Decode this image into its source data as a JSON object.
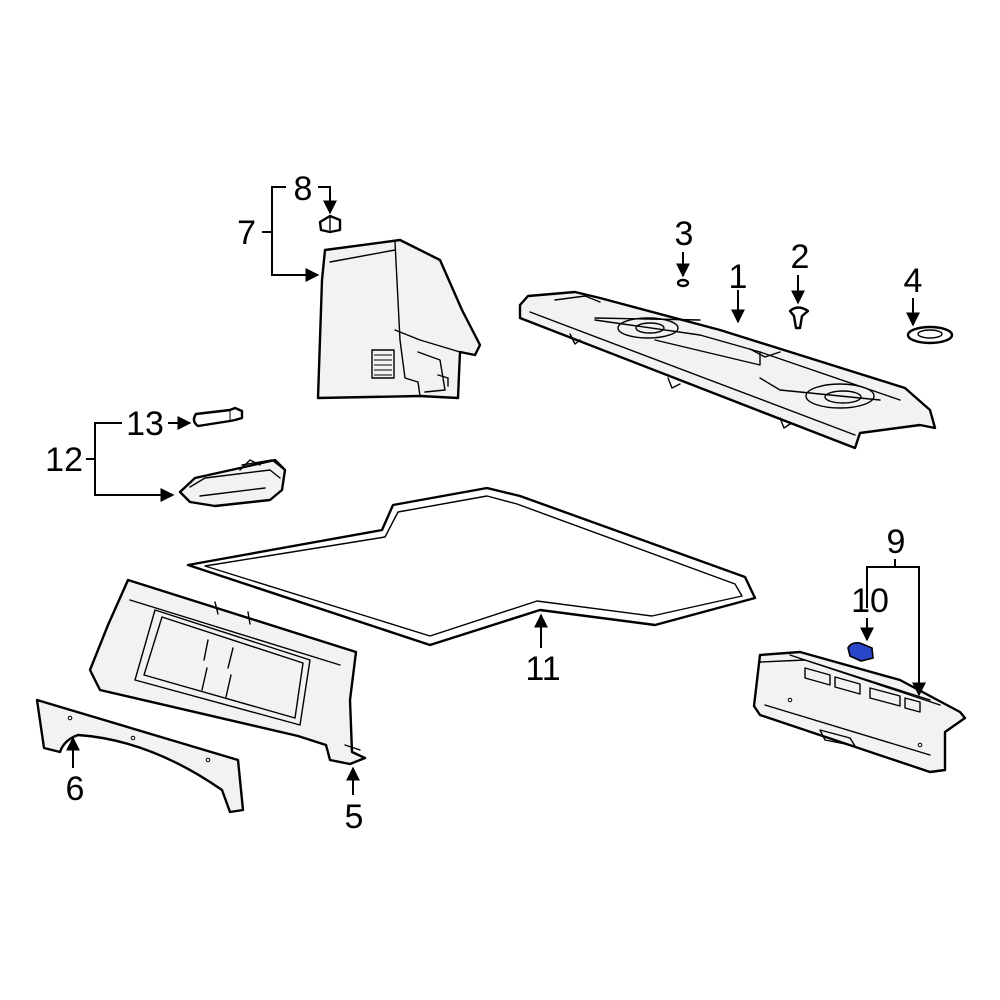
{
  "highlight_color": "#2b47c9",
  "callouts": [
    {
      "id": "1",
      "text": "1"
    },
    {
      "id": "2",
      "text": "2"
    },
    {
      "id": "3",
      "text": "3"
    },
    {
      "id": "4",
      "text": "4"
    },
    {
      "id": "5",
      "text": "5"
    },
    {
      "id": "6",
      "text": "6"
    },
    {
      "id": "7",
      "text": "7"
    },
    {
      "id": "8",
      "text": "8"
    },
    {
      "id": "9",
      "text": "9"
    },
    {
      "id": "10",
      "text": "10"
    },
    {
      "id": "11",
      "text": "11"
    },
    {
      "id": "12",
      "text": "12"
    },
    {
      "id": "13",
      "text": "13"
    }
  ]
}
